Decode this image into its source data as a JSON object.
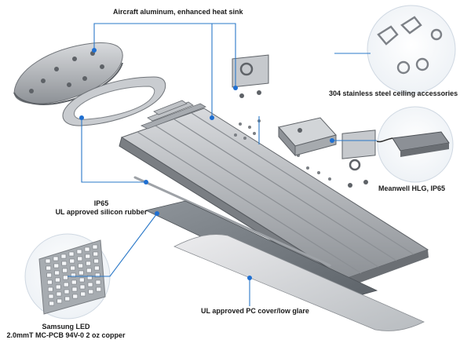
{
  "labels": {
    "heat_sink": "Aircraft aluminum, enhanced heat sink",
    "accessories": "304 stainless steel ceiling accessories",
    "driver": "Meanwell HLG,  IP65",
    "seal_line1": "IP65",
    "seal_line2": "UL approved silicon rubber",
    "cover": "UL approved PC cover/low glare",
    "led_line1": "Samsung LED",
    "led_line2": "2.0mmT MC-PCB 94V-0 2 oz copper"
  },
  "colors": {
    "callout_line": "#2a78c8",
    "dot": "#1f6fd1",
    "aluminum": "#b9bcc0",
    "aluminum_dark": "#7f8388",
    "pcb": "#9aa0a6",
    "cover": "#d4d7da"
  }
}
